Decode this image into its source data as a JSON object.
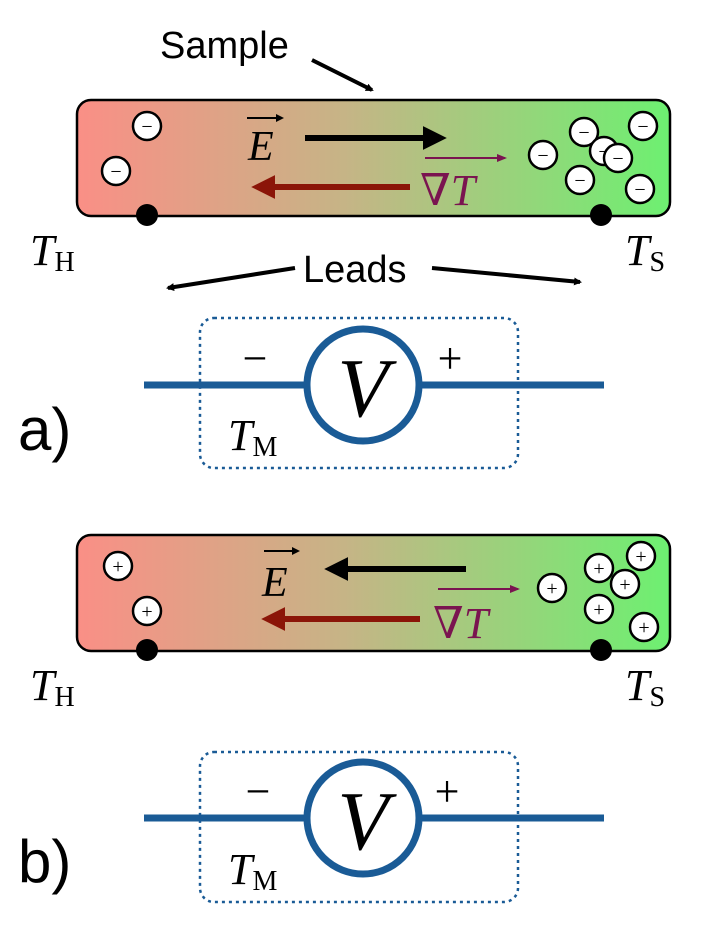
{
  "sample_label": "Sample",
  "leads_label": "Leads",
  "panel_a": {
    "panel_label": "a)",
    "electric_field_symbol": "E",
    "gradient_symbol": "∇T",
    "carrier_sign": "−",
    "hot_label_main": "T",
    "hot_label_sub": "H",
    "sample_label_main": "T",
    "sample_label_sub": "S",
    "meter_label_main": "T",
    "meter_label_sub": "M",
    "voltmeter_symbol": "V",
    "minus_terminal": "−",
    "plus_terminal": "+"
  },
  "panel_b": {
    "panel_label": "b)",
    "electric_field_symbol": "E",
    "gradient_symbol": "∇T",
    "carrier_sign": "+",
    "hot_label_main": "T",
    "hot_label_sub": "H",
    "sample_label_main": "T",
    "sample_label_sub": "S",
    "meter_label_main": "T",
    "meter_label_sub": "M",
    "voltmeter_symbol": "V",
    "minus_terminal": "−",
    "plus_terminal": "+"
  },
  "colors": {
    "hot": "#fa8f86",
    "mid": "#c6b486",
    "cold": "#6df071",
    "lead_blue": "#1a5b96",
    "gradient_arrow": "#8b1508",
    "gradient_text": "#7a1450",
    "black": "#000000"
  }
}
